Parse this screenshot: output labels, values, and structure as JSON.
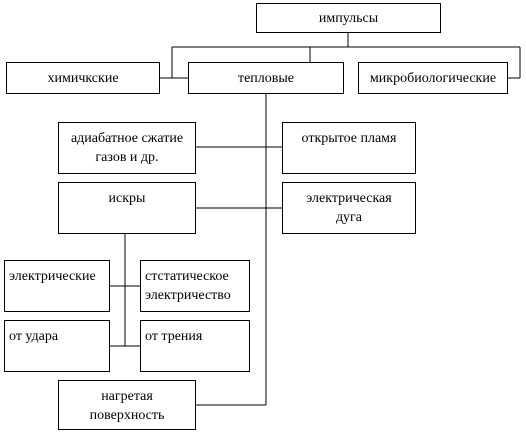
{
  "diagram": {
    "root": "импульсы",
    "level1": {
      "left": "химичкские",
      "center": "тепловые",
      "right": "микробиологические"
    },
    "thermal_left": {
      "adiabatic": "адиабатное сжатие\nгазов и др.",
      "sparks": "искры",
      "hot_surface": "нагретая\nповерхность"
    },
    "thermal_right": {
      "open_flame": "открытое пламя",
      "electric_arc": "электрическая\nдуга"
    },
    "sparks_children": {
      "electric": "электрические",
      "static": "стстатическое\nэлектричество",
      "impact": "от удара",
      "friction": "от трения"
    }
  }
}
